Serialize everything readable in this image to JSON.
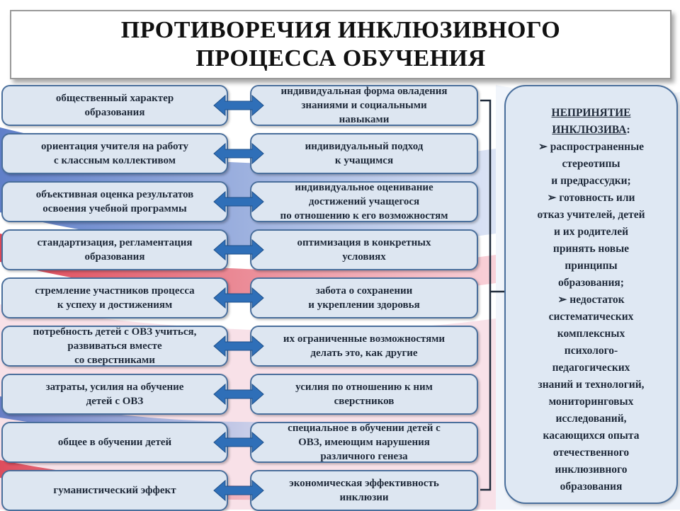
{
  "title": {
    "line1": "ПРОТИВОРЕЧИЯ  ИНКЛЮЗИВНОГО",
    "line2": "ПРОЦЕССА ОБУЧЕНИЯ"
  },
  "left_items": [
    {
      "lines": [
        "общественный характер",
        "образования"
      ]
    },
    {
      "lines": [
        "ориентация учителя на работу",
        "с классным коллективом"
      ]
    },
    {
      "lines": [
        "объективная оценка результатов",
        "освоения учебной программы"
      ]
    },
    {
      "lines": [
        "стандартизация, регламентация",
        "образования"
      ]
    },
    {
      "lines": [
        "стремление участников процесса",
        "к успеху и достижениям"
      ]
    },
    {
      "lines": [
        "потребность детей с ОВЗ учиться,",
        "развиваться вместе",
        "со сверстниками"
      ]
    },
    {
      "lines": [
        "затраты, усилия на обучение",
        "детей с ОВЗ"
      ]
    },
    {
      "lines": [
        "общее в обучении детей"
      ]
    },
    {
      "lines": [
        "гуманистический эффект"
      ]
    }
  ],
  "right_items": [
    {
      "lines": [
        "индивидуальная форма овладения",
        "знаниями и социальными",
        "навыками"
      ]
    },
    {
      "lines": [
        "индивидуальный подход",
        "к учащимся"
      ]
    },
    {
      "lines": [
        "индивидуальное оценивание",
        "достижений учащегося",
        "по отношению к его возможностям"
      ]
    },
    {
      "lines": [
        "оптимизация в конкретных",
        "условиях"
      ]
    },
    {
      "lines": [
        "забота о сохранении",
        "и  укреплении здоровья"
      ]
    },
    {
      "lines": [
        "их ограниченные возможностями",
        "делать это, как другие"
      ]
    },
    {
      "lines": [
        "усилия по отношению к ним",
        "сверстников"
      ]
    },
    {
      "lines": [
        "специальное в обучении детей с",
        "ОВЗ, имеющим нарушения",
        "различного генеза"
      ]
    },
    {
      "lines": [
        "экономическая эффективность",
        "инклюзии"
      ]
    }
  ],
  "panel": {
    "head1": "НЕПРИНЯТИЕ",
    "head2": "ИНКЛЮЗИВА",
    "head_colon": ":",
    "lines": [
      "➢ распространенные",
      "стереотипы",
      "и предрассудки;",
      "➢ готовность или",
      "отказ учителей, детей",
      "и их родителей",
      "принять новые",
      "принципы",
      "образования;",
      "➢ недостаток",
      "систематических",
      "комплексных",
      "психолого-",
      "педагогических",
      "знаний и технологий,",
      "мониторинговых",
      "исследований,",
      "касающихся опыта",
      "отечественного",
      "инклюзивного",
      "образования"
    ]
  },
  "colors": {
    "box_fill": "#dde6f1",
    "box_border": "#4a6f9c",
    "arrow": "#2f6fb8",
    "flag_red": "#d8283a",
    "flag_blue": "#2b55b7"
  },
  "icons": {
    "arrow": "double-headed-arrow-icon",
    "bracket": "curly-bracket-icon",
    "bullet": "arrowhead-bullet-icon"
  }
}
